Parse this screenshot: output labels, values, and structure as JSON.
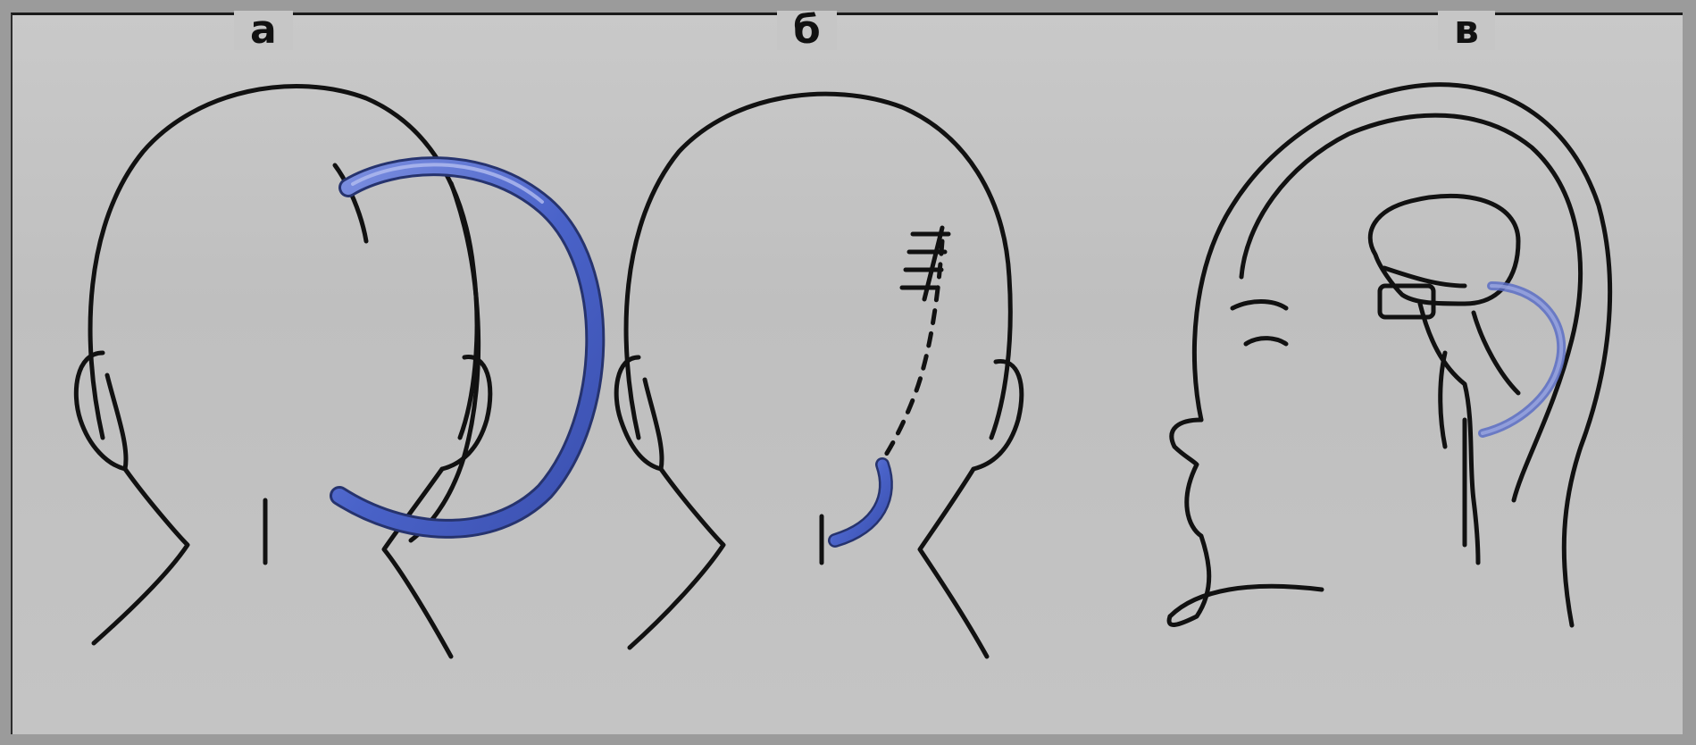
{
  "panels": [
    {
      "id": "a",
      "label": "а"
    },
    {
      "id": "b",
      "label": "б"
    },
    {
      "id": "v",
      "label": "в"
    }
  ],
  "colors": {
    "outline": "#111111",
    "shunt": "#4a63c9",
    "shunt_light": "#8a98de",
    "background": "#c6c6c6"
  },
  "icons": [
    "head-back-view",
    "head-back-view-sutured",
    "head-sagittal-section",
    "shunt-tube"
  ]
}
